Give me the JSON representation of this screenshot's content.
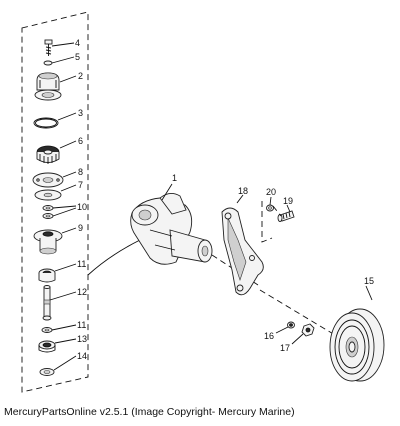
{
  "callouts": {
    "c1": "1",
    "c2": "2",
    "c3": "3",
    "c4": "4",
    "c5": "5",
    "c6": "6",
    "c7": "7",
    "c8": "8",
    "c9": "9",
    "c10": "10",
    "c11a": "11",
    "c11b": "11",
    "c12": "12",
    "c13": "13",
    "c14": "14",
    "c15": "15",
    "c16": "16",
    "c17": "17",
    "c18": "18",
    "c19": "19",
    "c20": "20"
  },
  "caption": "MercuryPartsOnline v2.5.1 (Image Copyright- Mercury Marine)"
}
